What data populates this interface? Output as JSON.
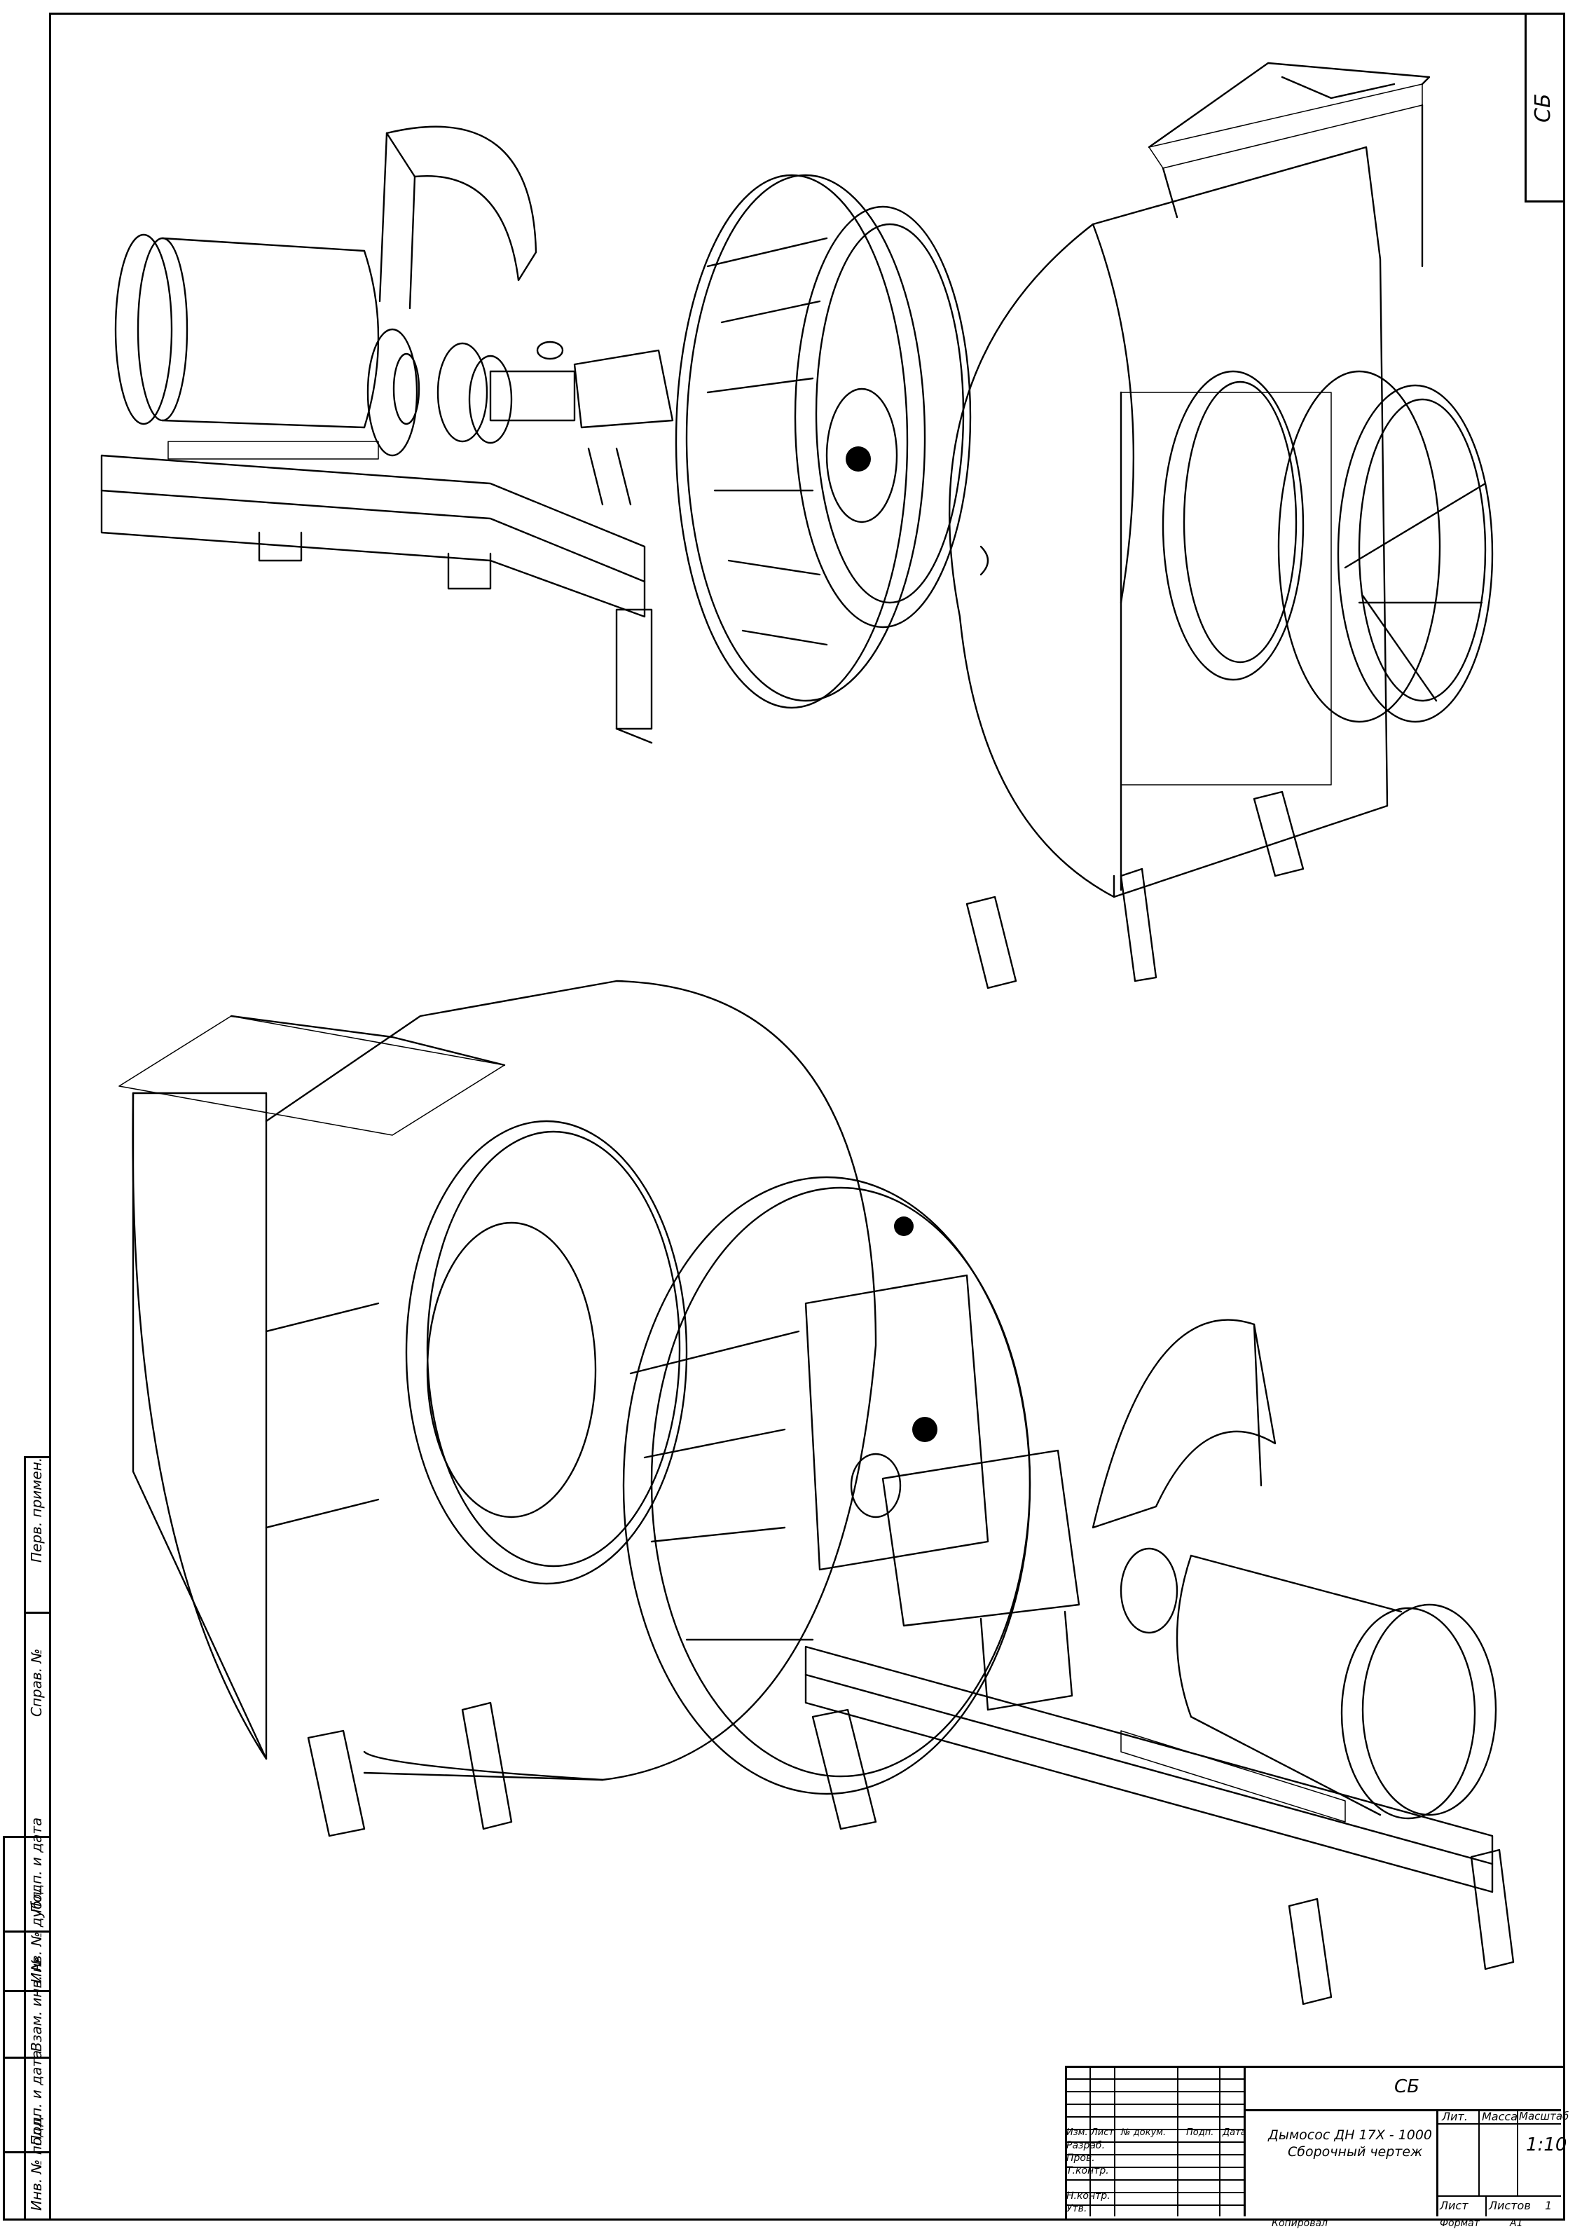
{
  "document": {
    "type": "assembly-drawing",
    "corner_stamp": "СБ",
    "page_size_label": "А1"
  },
  "side_strip": {
    "perv_primen": "Перв. примен.",
    "sprav_no": "Справ. №",
    "podp_i_data_1": "Подп. и дата",
    "inv_no_dubl": "Инв. № дубл.",
    "vzam_inv_no": "Взам. инв. №",
    "podp_i_data_2": "Подп. и дата",
    "inv_no_podl": "Инв. № подл."
  },
  "title_block": {
    "designation": "СБ",
    "name_line1": "Дымосос ДН 17Х - 1000",
    "name_line2": "Сборочный чертеж",
    "lit_label": "Лит.",
    "massa_label": "Масса",
    "masshtab_label": "Масштаб",
    "masshtab_value": "1:10",
    "list_label": "Лист",
    "listov_label": "Листов",
    "listov_value": "1",
    "col_izm": "Изм.",
    "col_list": "Лист",
    "col_doc": "№ докум.",
    "col_podp": "Подп.",
    "col_data": "Дата",
    "row_razrab": "Разраб.",
    "row_prov": "Пров.",
    "row_tkontr": "Т.контр.",
    "row_nkontr": "Н.контр.",
    "row_utv": "Утв.",
    "kopiroval": "Копировал",
    "format_label": "Формат",
    "format_value": "А1"
  },
  "colors": {
    "line": "#000000",
    "paper": "#ffffff"
  }
}
